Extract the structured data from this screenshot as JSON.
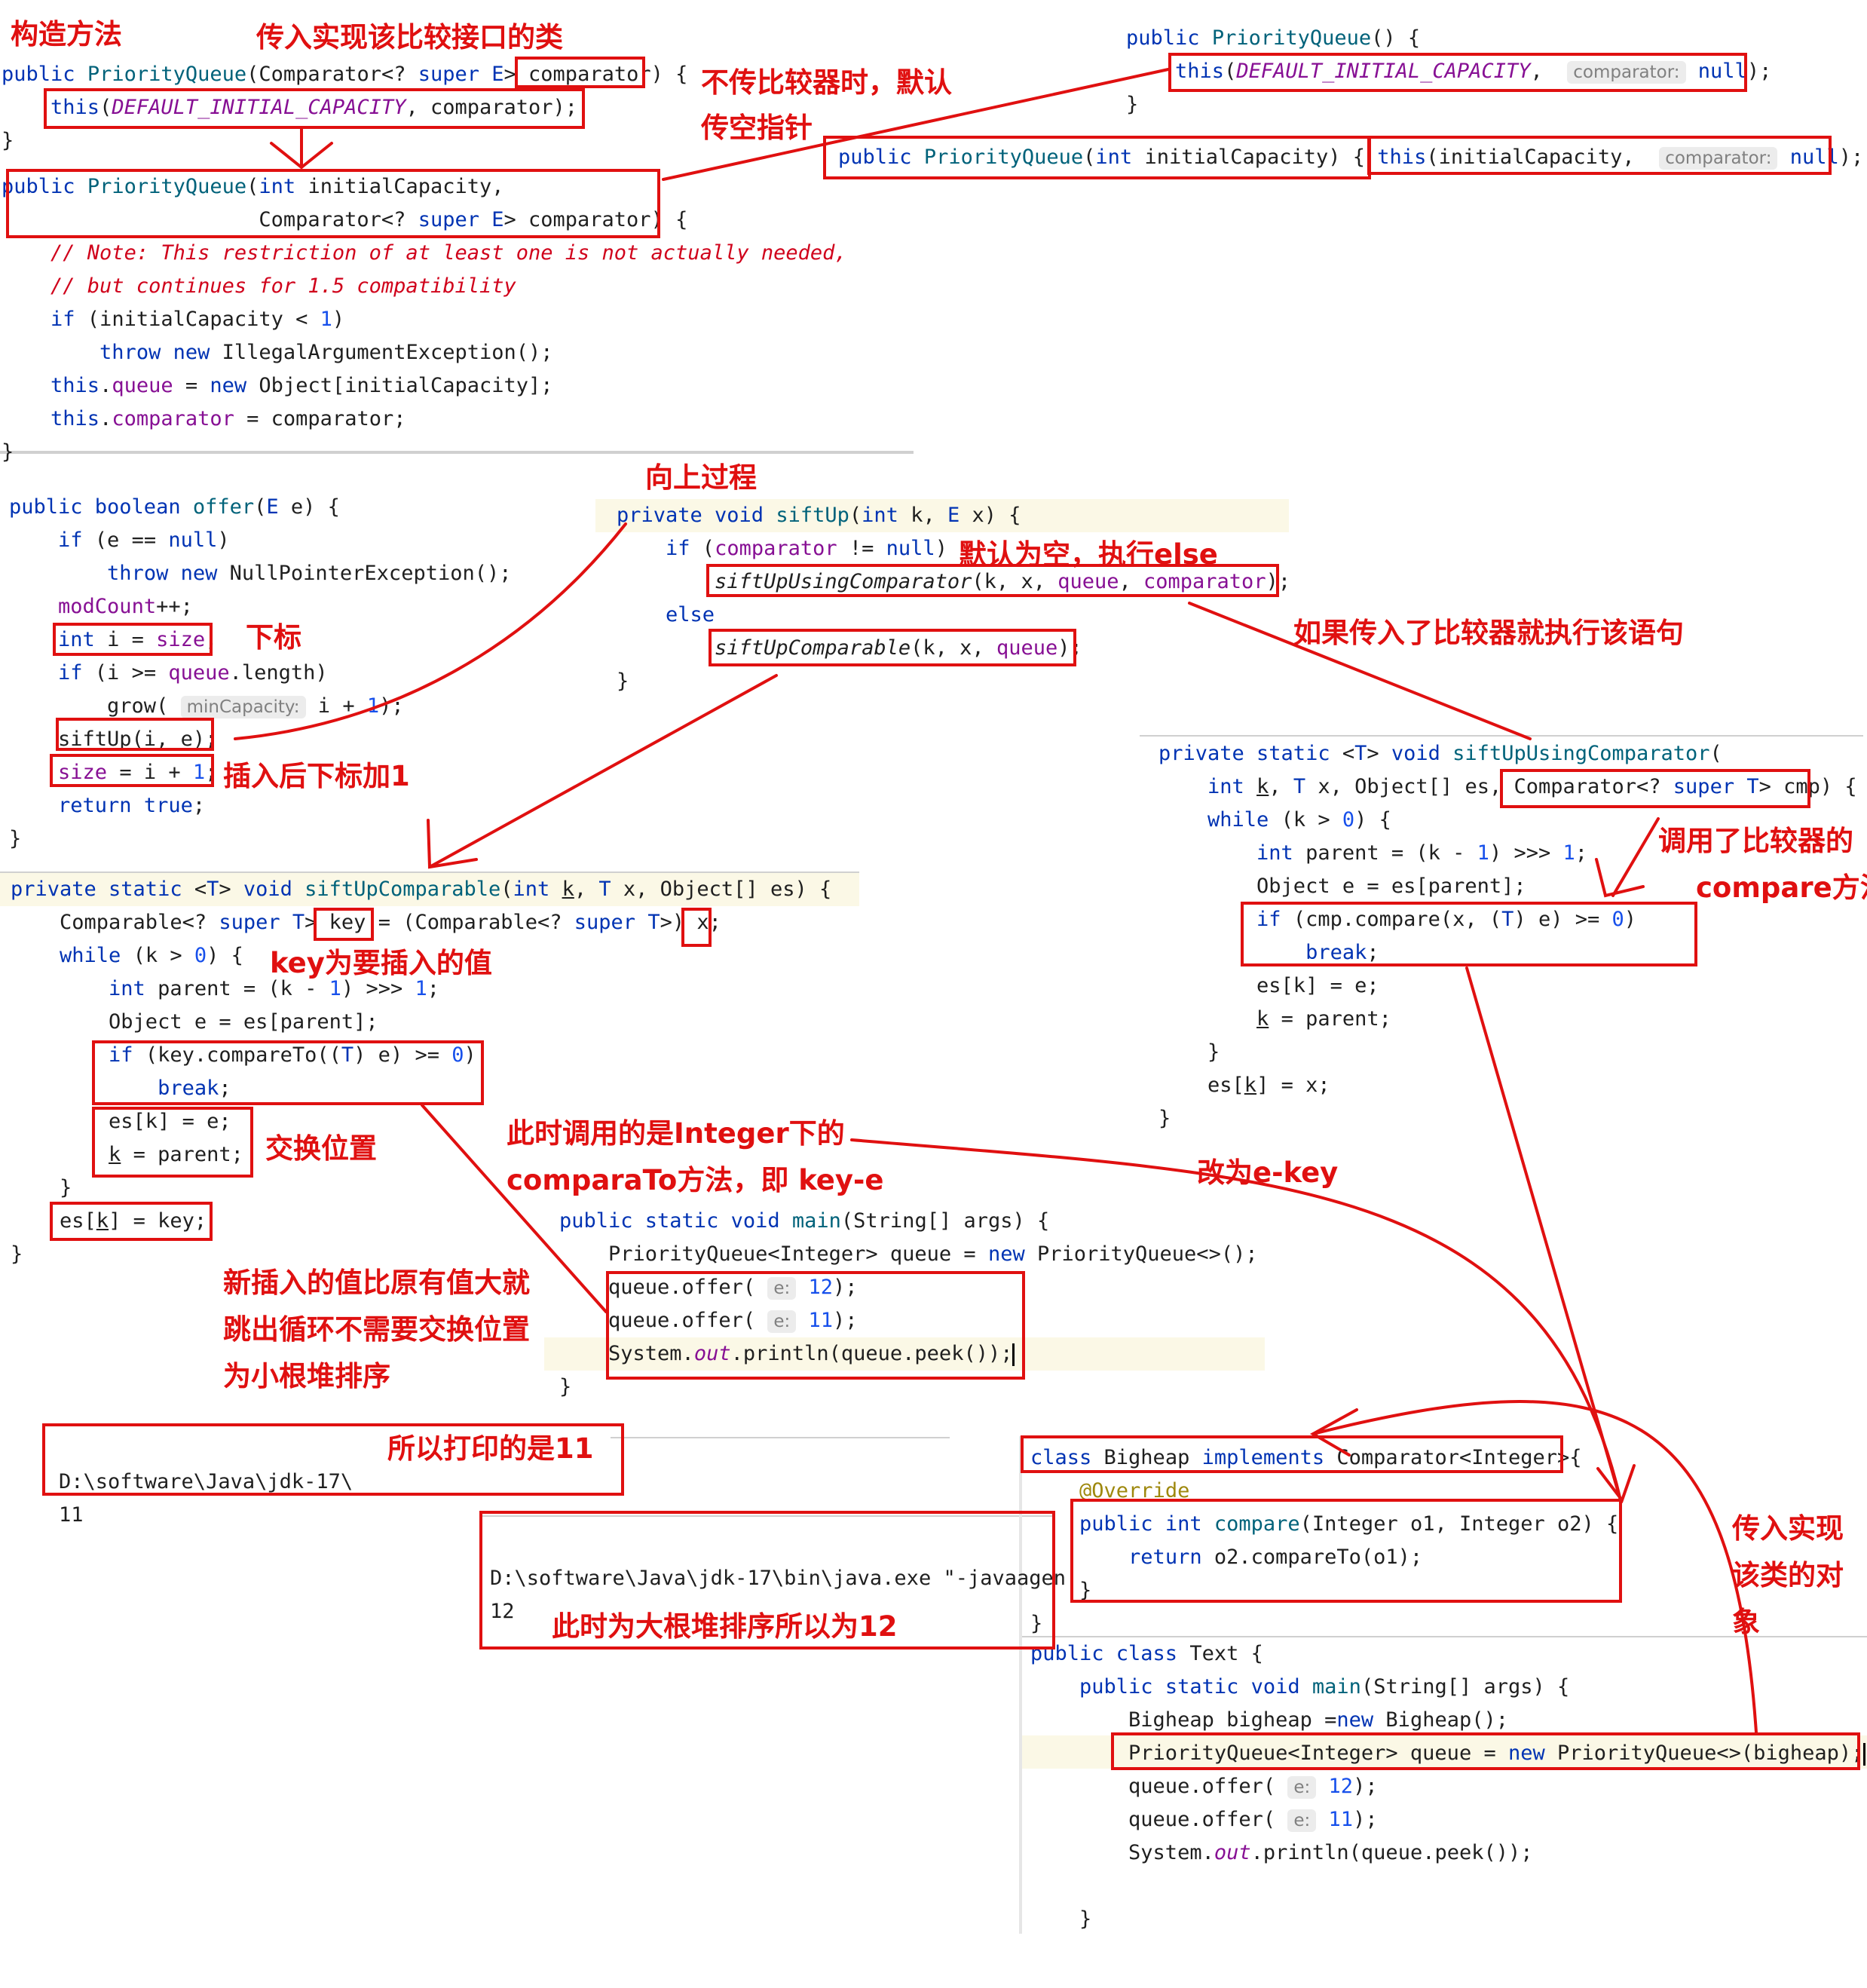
{
  "annotations": {
    "constructor": "构造方法",
    "pass_impl_class": "传入实现该比较接口的类",
    "null_default_1": "不传比较器时，默认",
    "null_default_2": "传空指针",
    "upward": "向上过程",
    "default_else": "默认为空，执行else",
    "if_comparator": "如果传入了比较器就执行该语句",
    "index": "下标",
    "plus_one": "插入后下标加1",
    "called_compare_1": "调用了比较器的",
    "called_compare_2": "compare方法",
    "key_value": "key为要插入的值",
    "swap": "交换位置",
    "integer_compare_1": "此时调用的是Integer下的",
    "integer_compare_2": "comparaTo方法，即 key-e",
    "change_e_key": "改为e-key",
    "bigger_1": "新插入的值比原有值大就",
    "bigger_2": "跳出循环不需要交换位置",
    "bigger_3": "为小根堆排序",
    "print_11": "所以打印的是11",
    "big_heap_12": "此时为大根堆排序所以为12",
    "pass_obj_1": "传入实现",
    "pass_obj_2": "该类的对",
    "pass_obj_3": "象"
  },
  "hints": {
    "comparator": "comparator:",
    "minCapacity": "minCapacity:",
    "e": "e:"
  },
  "console1": {
    "path": "D:\\software\\Java\\jdk-17\\",
    "output": "11"
  },
  "console2": {
    "path": "D:\\software\\Java\\jdk-17\\bin\\java.exe \"-javaagen",
    "output": "12"
  },
  "colors": {
    "annotation_red": "#e01010",
    "keyword": "#0033b3",
    "field": "#871094",
    "number": "#1750eb",
    "method": "#00627a"
  }
}
